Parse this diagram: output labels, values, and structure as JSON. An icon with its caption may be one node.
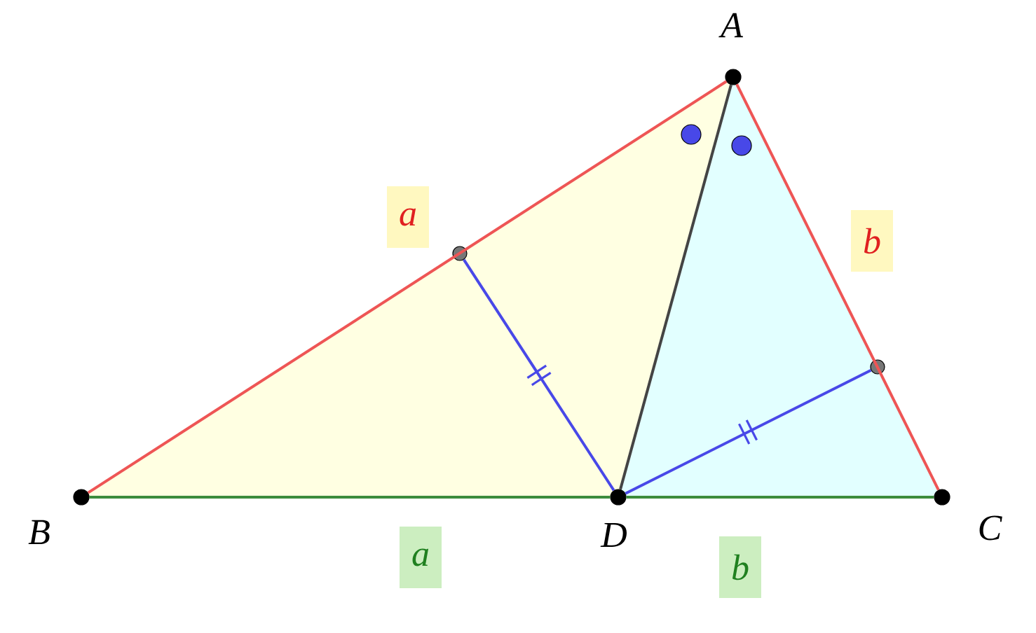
{
  "diagram": {
    "nodes": [
      {
        "text": [
          "A"
        ]
      },
      {
        "text": [
          "B"
        ]
      },
      {
        "text": [
          "C"
        ]
      },
      {
        "text": [
          "D"
        ]
      },
      {
        "text": [],
        "shape": "circle"
      },
      {
        "text": [],
        "shape": "circle"
      }
    ],
    "edges": [
      {
        "from": 1,
        "to": 0,
        "arrow": "none",
        "color": "#ee5555"
      },
      {
        "from": 0,
        "to": 2,
        "arrow": "none",
        "color": "#ee5555"
      },
      {
        "from": 1,
        "to": 3,
        "arrow": "none",
        "color": "#3c8c3c"
      },
      {
        "from": 3,
        "to": 2,
        "arrow": "none",
        "color": "#3c8c3c"
      },
      {
        "from": 0,
        "to": 3,
        "arrow": "none",
        "color": "#444444"
      },
      {
        "from": 3,
        "to": 4,
        "arrow": "none",
        "color": "#4848e8"
      },
      {
        "from": 3,
        "to": 5,
        "arrow": "none",
        "color": "#4848e8"
      }
    ],
    "labels": [
      "a",
      "b",
      "a",
      "b"
    ]
  }
}
